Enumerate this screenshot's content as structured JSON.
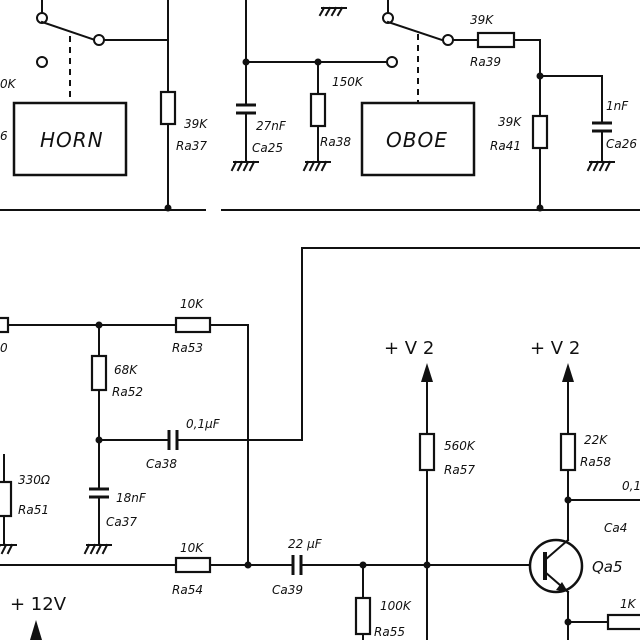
{
  "switches": {
    "horn_label": "HORN",
    "oboe_label": "OBOE"
  },
  "resistors": {
    "ra37": {
      "value": "39K",
      "ref": "Ra37"
    },
    "ra38": {
      "value": "150K",
      "ref": "Ra38"
    },
    "ra39": {
      "value": "39K",
      "ref": "Ra39"
    },
    "ra41": {
      "value": "39K",
      "ref": "Ra41"
    },
    "ra51": {
      "value": "330Ω",
      "ref": "Ra51"
    },
    "ra52": {
      "value": "68K",
      "ref": "Ra52"
    },
    "ra53": {
      "value": "10K",
      "ref": "Ra53"
    },
    "ra54": {
      "value": "10K",
      "ref": "Ra54"
    },
    "ra55": {
      "value": "100K",
      "ref": "Ra55"
    },
    "ra57": {
      "value": "560K",
      "ref": "Ra57"
    },
    "ra58": {
      "value": "22K",
      "ref": "Ra58"
    },
    "r_right_bottom": {
      "value": "1K"
    }
  },
  "capacitors": {
    "ca25": {
      "value": "27nF",
      "ref": "Ca25"
    },
    "ca26": {
      "value": "1nF",
      "ref": "Ca26"
    },
    "ca37": {
      "value": "18nF",
      "ref": "Ca37"
    },
    "ca38": {
      "value": "0,1μF",
      "ref": "Ca38"
    },
    "ca39": {
      "value": "22 μF",
      "ref": "Ca39"
    },
    "ca4x": {
      "value": "0,1",
      "ref": "Ca4"
    }
  },
  "transistors": {
    "qa5": {
      "ref": "Qa5"
    }
  },
  "rails": {
    "v2_left": "+ V 2",
    "v2_right": "+ V 2",
    "v12": "+ 12V"
  },
  "partial_labels": {
    "top_left_value": "0K",
    "top_left_ref": "6",
    "left_mid": "0"
  }
}
